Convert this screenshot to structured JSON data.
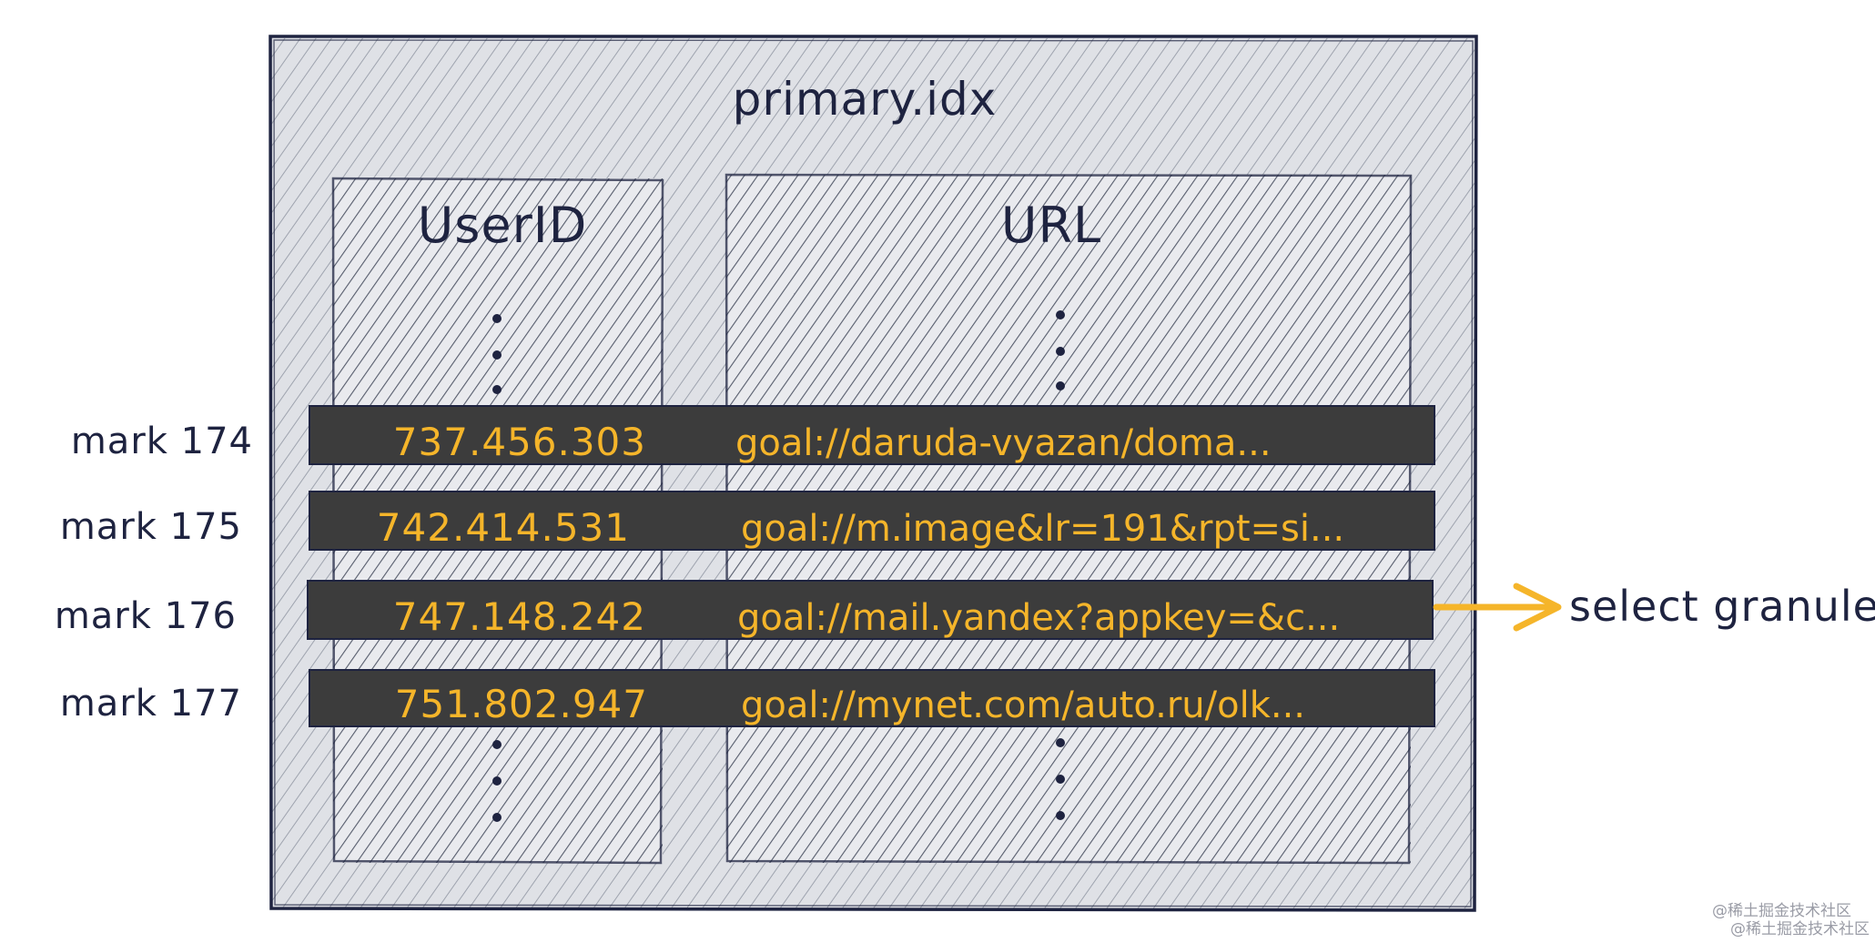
{
  "title": "primary.idx",
  "columns": {
    "userid": "UserID",
    "url": "URL"
  },
  "rows": [
    {
      "mark": "mark 174",
      "userid": "737.456.303",
      "url": "goal://daruda-vyazan/doma..."
    },
    {
      "mark": "mark 175",
      "userid": "742.414.531",
      "url": "goal://m.image&lr=191&rpt=si..."
    },
    {
      "mark": "mark 176",
      "userid": "747.148.242",
      "url": "goal://mail.yandex?appkey=&c..."
    },
    {
      "mark": "mark 177",
      "userid": "751.802.947",
      "url": "goal://mynet.com/auto.ru/olk..."
    }
  ],
  "selected_row": 2,
  "annotation": "select granule",
  "watermarks": [
    "@稀土掘金技术社区",
    "@稀土掘金技术社区"
  ],
  "colors": {
    "ink": "#1e2340",
    "highlight": "#f5b52a",
    "row_fill": "#3c3c3c",
    "panel_fill": "#dcdee3"
  }
}
